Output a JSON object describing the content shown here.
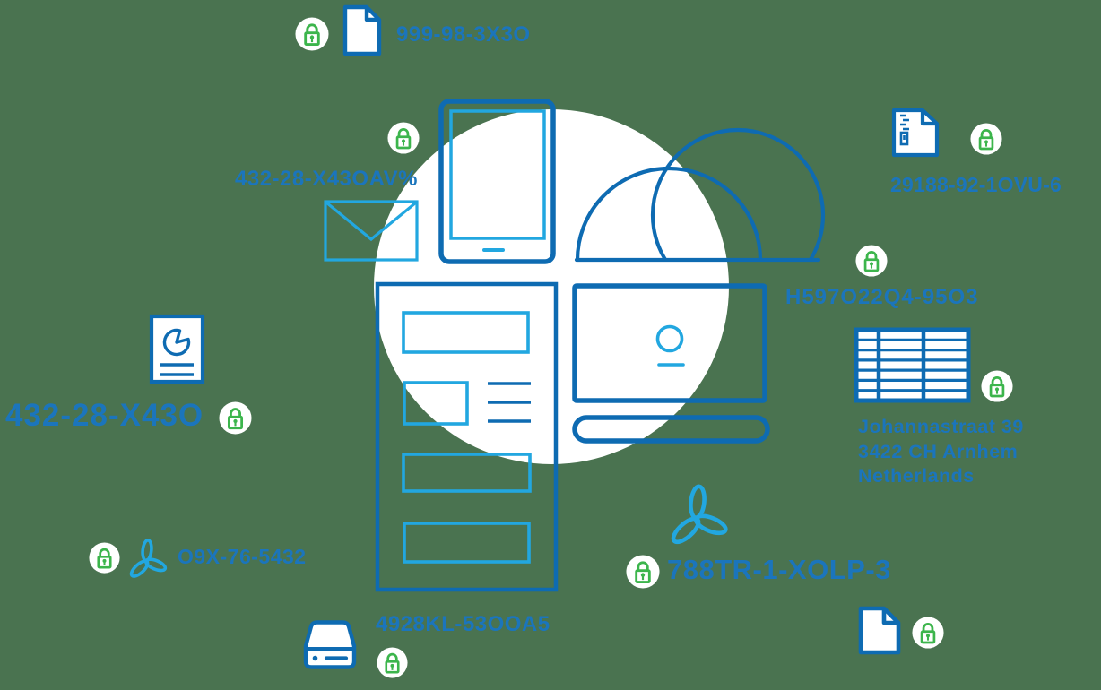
{
  "colors": {
    "background": "#4a7350",
    "circle": "#ffffff",
    "dark": "#0e6bb2",
    "cyan": "#22a7e0",
    "label": "#1b75bc",
    "green": "#3cb54c"
  },
  "items": {
    "file_top": {
      "label": "999-98-3X3O"
    },
    "zip": {
      "label": "29188-92-1OVU-6"
    },
    "email": {
      "label": "432-28-X43OAV%"
    },
    "domes": {
      "label": "H597O22Q4-95O3"
    },
    "table": {
      "address_line1": "Johannastraat 39",
      "address_line2": "3422 CH Arnhem",
      "address_line3": "Netherlands"
    },
    "report": {
      "label": "432-28-X43O"
    },
    "pdf_small": {
      "label": "O9X-76-5432"
    },
    "pdf_large": {
      "label": "788TR-1-XOLP-3"
    },
    "drive": {
      "label": "4928KL-53OOA5"
    }
  }
}
